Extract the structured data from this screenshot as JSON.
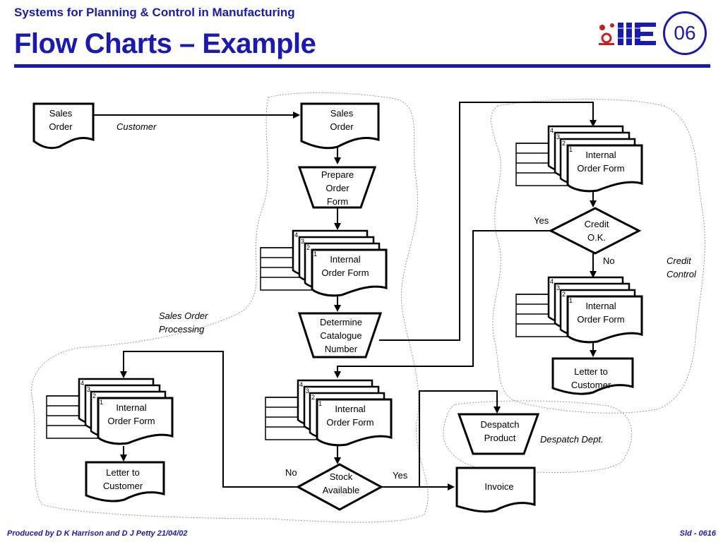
{
  "header": {
    "subtitle": "Systems for Planning & Control in Manufacturing",
    "title": "Flow Charts – Example",
    "logo_text": "IIE",
    "slide_number": "06"
  },
  "footer": {
    "credit": "Produced by D K Harrison and D J Petty 21/04/02",
    "slide_id": "Sld - 0616"
  },
  "regions": {
    "customer": "Customer",
    "sales_order_processing": [
      "Sales Order",
      "Processing"
    ],
    "credit_control": [
      "Credit",
      "Control"
    ],
    "despatch_dept": "Despatch Dept."
  },
  "shapes": {
    "sales_order_customer": [
      "Sales",
      "Order"
    ],
    "sales_order_received": [
      "Sales",
      "Order"
    ],
    "prepare_order_form": [
      "Prepare",
      "Order",
      "Form"
    ],
    "determine_catalogue_number": [
      "Determine",
      "Catalogue",
      "Number"
    ],
    "credit_ok": [
      "Credit",
      "O.K."
    ],
    "stock_available": [
      "Stock",
      "Available"
    ],
    "letter_credit": [
      "Letter to",
      "Customer"
    ],
    "letter_stock": [
      "Letter to",
      "Customer"
    ],
    "despatch_product": [
      "Despatch",
      "Product"
    ],
    "invoice": "Invoice",
    "internal_order_form": [
      "Internal",
      "Order Form"
    ],
    "copy_numbers": [
      "4",
      "3",
      "2",
      "1"
    ]
  },
  "decision_labels": {
    "credit_yes": "Yes",
    "credit_no": "No",
    "stock_no": "No",
    "stock_yes": "Yes"
  }
}
